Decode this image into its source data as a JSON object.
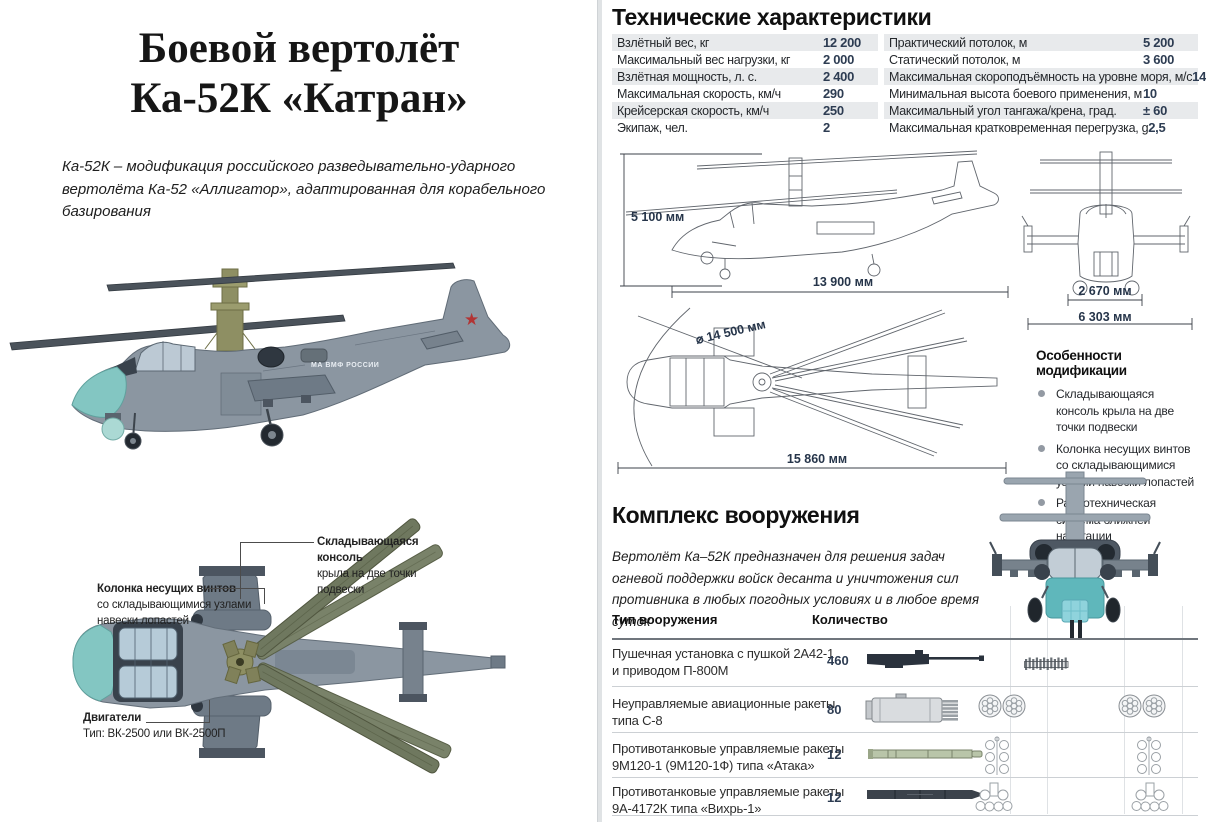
{
  "title": {
    "line1": "Боевой вертолёт",
    "line2": "Ка-52К «Катран»"
  },
  "subtitle": "Ка-52К – модификация российского разведывательно-ударного вертолёта Ка-52 «Аллигатор», адаптированная для корабельного базирования",
  "marking": "МА ВМФ РОССИИ",
  "callouts": {
    "wing": {
      "title": "Складывающаяся консоль",
      "text": "крыла на две точки подвески"
    },
    "rotor": {
      "title": "Колонка несущих винтов",
      "text": "со складывающимися узлами навески лопастей"
    },
    "engines": {
      "title": "Двигатели",
      "text": "Тип: ВК-2500 или ВК-2500П"
    }
  },
  "specs": {
    "heading": "Технические характеристики",
    "left": [
      {
        "label": "Взлётный вес, кг",
        "value": "12 200"
      },
      {
        "label": "Максимальный вес нагрузки, кг",
        "value": "2 000"
      },
      {
        "label": "Взлётная мощность, л. с.",
        "value": "2 400"
      },
      {
        "label": "Максимальная скорость, км/ч",
        "value": "290"
      },
      {
        "label": "Крейсерская скорость, км/ч",
        "value": "250"
      },
      {
        "label": "Экипаж, чел.",
        "value": "2"
      }
    ],
    "right": [
      {
        "label": "Практический потолок, м",
        "value": "5 200"
      },
      {
        "label": "Статический потолок, м",
        "value": "3 600"
      },
      {
        "label": "Максимальная скороподъёмность на уровне моря, м/с",
        "value": "14"
      },
      {
        "label": "Минимальная высота боевого применения, м",
        "value": "10"
      },
      {
        "label": "Максимальный угол тангажа/крена, град.",
        "value": "± 60"
      },
      {
        "label": "Максимальная кратковременная перегрузка, g",
        "value": "2,5"
      }
    ]
  },
  "dimensions": {
    "height": "5 100 мм",
    "length": "13 900 мм",
    "rotor_diameter": "⌀ 14 500 мм",
    "folded_length": "15 860 мм",
    "wheel_track": "2 670 мм",
    "wing_span": "6 303 мм"
  },
  "features": {
    "heading": "Особенности модификации",
    "items": [
      "Складывающаяся консоль крыла на две точки подвески",
      "Колонка несущих винтов со складывающимися узлами навески лопастей",
      "Радиотехническая система ближней навигации"
    ]
  },
  "weapons": {
    "heading": "Комплекс вооружения",
    "description": "Вертолёт Ка–52К предназначен для решения задач огневой поддержки войск десанта и уничтожения сил противника в любых погодных условиях и в любое время суток",
    "col_type": "Тип вооружения",
    "col_qty": "Количество",
    "rows": [
      {
        "name1": "Пушечная установка с пушкой 2А42-1",
        "name2": "и приводом П-800М",
        "qty": "460",
        "icon": "cannon-icon"
      },
      {
        "name1": "Неуправляемые авиационные ракеты",
        "name2": "типа С-8",
        "qty": "80",
        "icon": "rocket-pod-icon"
      },
      {
        "name1": "Противотанковые управляемые ракеты",
        "name2": "9М120-1 (9М120-1Ф) типа «Атака»",
        "qty": "12",
        "icon": "ataka-missile-icon"
      },
      {
        "name1": "Противотанковые управляемые ракеты",
        "name2": "9А-4172К типа «Вихрь-1»",
        "qty": "12",
        "icon": "vikhr-missile-icon"
      }
    ]
  },
  "colors": {
    "accent_navy": "#2d3c52",
    "row_alt": "#e8eaec",
    "teal": "#7cc5c3",
    "olive": "#8d8e62",
    "star_red": "#b23434"
  }
}
